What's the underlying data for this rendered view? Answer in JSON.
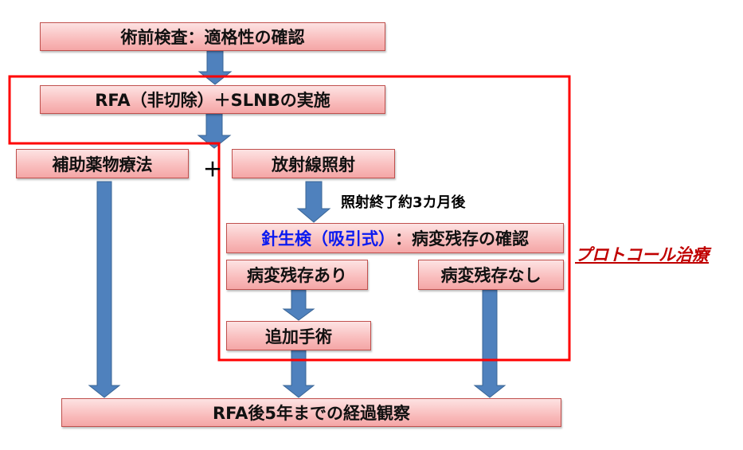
{
  "steps": {
    "preop": "術前検査：適格性の確認",
    "rfa": "RFA（非切除）＋SLNBの実施",
    "adjuvant": "補助薬物療法",
    "plus": "＋",
    "radiation": "放射線照射",
    "after_radiation": "照射終了約3カ月後",
    "biopsy_highlight": "針生検（吸引式）",
    "biopsy_rest": "：病変残存の確認",
    "residual_yes": "病変残存あり",
    "residual_no": "病変残存なし",
    "additional_surgery": "追加手術",
    "followup": "RFA後5年までの経過観察"
  },
  "protocol_label": "プロトコール治療",
  "colors": {
    "box": "#f9bcbc",
    "arrow": "#4f81bd",
    "frame": "#ff0000",
    "protocol": "#c00000",
    "highlight": "#0a1af0"
  }
}
